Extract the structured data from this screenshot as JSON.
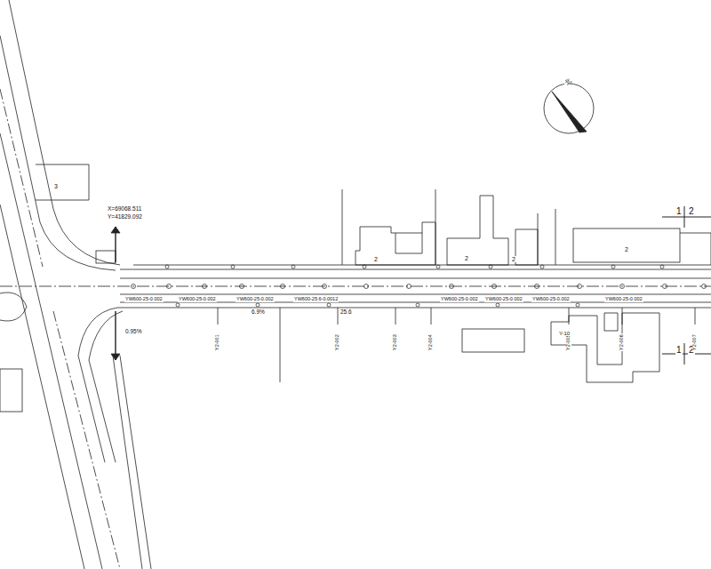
{
  "diagram": {
    "labels": [
      "X=69068.511",
      "Y=41829.092",
      "北",
      "1",
      "2",
      "1",
      "2",
      "3",
      "2",
      "2",
      "2",
      "2",
      "0.95%",
      "6.9%",
      "25.6",
      "YW600-25-0.002",
      "YW600-25-0.002",
      "YW600-25-0.002",
      "YW600-25.6-0.0012",
      "YW600-25-0.002",
      "YW600-25-0.002",
      "YW600-25-0.002",
      "YW600-25-0.002",
      "Y2-001",
      "Y2-002",
      "Y2-003",
      "Y2-004",
      "Y2-005",
      "Y2-006",
      "Y2-007",
      "Y-10"
    ]
  }
}
